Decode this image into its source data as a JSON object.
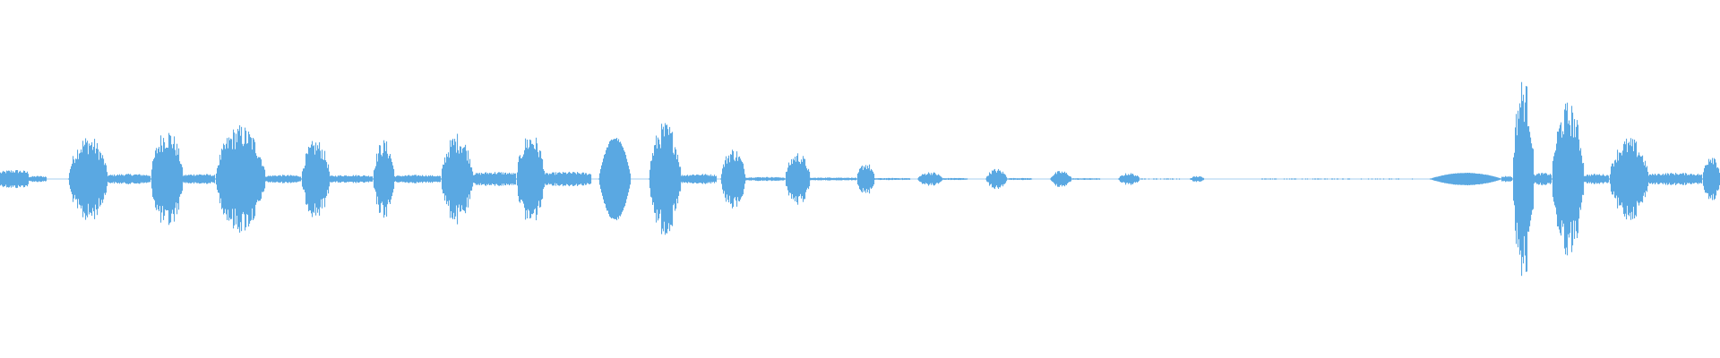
{
  "waveform": {
    "color": "#5aa8e2",
    "background": "#ffffff",
    "segments": [
      {
        "t": [
          0,
          1.6
        ],
        "peak": 0.09,
        "shape": "flat"
      },
      {
        "t": [
          1.6,
          2.6
        ],
        "peak": 0.03,
        "shape": "flat"
      },
      {
        "t": [
          3.8,
          6.0
        ],
        "peak": 0.42,
        "shape": "burst"
      },
      {
        "t": [
          6.0,
          8.4
        ],
        "peak": 0.05,
        "shape": "flat"
      },
      {
        "t": [
          8.4,
          10.2
        ],
        "peak": 0.49,
        "shape": "burst"
      },
      {
        "t": [
          10.2,
          12.0
        ],
        "peak": 0.05,
        "shape": "flat"
      },
      {
        "t": [
          12.0,
          14.8
        ],
        "peak": 0.52,
        "shape": "burst"
      },
      {
        "t": [
          14.8,
          16.8
        ],
        "peak": 0.04,
        "shape": "flat"
      },
      {
        "t": [
          16.8,
          18.4
        ],
        "peak": 0.38,
        "shape": "burst"
      },
      {
        "t": [
          18.4,
          20.8
        ],
        "peak": 0.04,
        "shape": "flat"
      },
      {
        "t": [
          20.8,
          22.0
        ],
        "peak": 0.38,
        "shape": "burst"
      },
      {
        "t": [
          22.0,
          24.6
        ],
        "peak": 0.04,
        "shape": "flat"
      },
      {
        "t": [
          24.6,
          26.4
        ],
        "peak": 0.44,
        "shape": "burst"
      },
      {
        "t": [
          26.4,
          28.8
        ],
        "peak": 0.07,
        "shape": "flat"
      },
      {
        "t": [
          28.8,
          30.4
        ],
        "peak": 0.45,
        "shape": "burst"
      },
      {
        "t": [
          30.4,
          33.0
        ],
        "peak": 0.07,
        "shape": "flat"
      },
      {
        "t": [
          33.4,
          35.2
        ],
        "peak": 0.4,
        "shape": "smooth"
      },
      {
        "t": [
          36.2,
          38.0
        ],
        "peak": 0.55,
        "shape": "burst"
      },
      {
        "t": [
          38.0,
          40.0
        ],
        "peak": 0.05,
        "shape": "flat"
      },
      {
        "t": [
          40.2,
          41.6
        ],
        "peak": 0.3,
        "shape": "burst"
      },
      {
        "t": [
          41.6,
          43.8
        ],
        "peak": 0.02,
        "shape": "flat"
      },
      {
        "t": [
          43.8,
          45.2
        ],
        "peak": 0.26,
        "shape": "burst"
      },
      {
        "t": [
          45.2,
          47.8
        ],
        "peak": 0.015,
        "shape": "flat"
      },
      {
        "t": [
          47.8,
          48.8
        ],
        "peak": 0.16,
        "shape": "burst"
      },
      {
        "t": [
          48.8,
          50.8
        ],
        "peak": 0.01,
        "shape": "flat"
      },
      {
        "t": [
          51.2,
          52.6
        ],
        "peak": 0.07,
        "shape": "burst"
      },
      {
        "t": [
          52.6,
          54.0
        ],
        "peak": 0.01,
        "shape": "flat"
      },
      {
        "t": [
          55.0,
          56.2
        ],
        "peak": 0.1,
        "shape": "burst"
      },
      {
        "t": [
          56.2,
          57.6
        ],
        "peak": 0.01,
        "shape": "flat"
      },
      {
        "t": [
          58.6,
          59.8
        ],
        "peak": 0.08,
        "shape": "burst"
      },
      {
        "t": [
          59.8,
          61.4
        ],
        "peak": 0.008,
        "shape": "flat"
      },
      {
        "t": [
          62.4,
          63.6
        ],
        "peak": 0.06,
        "shape": "burst"
      },
      {
        "t": [
          63.6,
          66.0
        ],
        "peak": 0.006,
        "shape": "dots"
      },
      {
        "t": [
          66.4,
          67.2
        ],
        "peak": 0.03,
        "shape": "burst"
      },
      {
        "t": [
          70.4,
          79.0
        ],
        "peak": 0.005,
        "shape": "dots"
      },
      {
        "t": [
          79.8,
          83.8
        ],
        "peak": 0.06,
        "shape": "smooth"
      },
      {
        "t": [
          83.8,
          84.4
        ],
        "peak": 0.03,
        "shape": "flat"
      },
      {
        "t": [
          84.4,
          85.6
        ],
        "peak": 0.98,
        "shape": "burst"
      },
      {
        "t": [
          85.6,
          86.6
        ],
        "peak": 0.06,
        "shape": "flat"
      },
      {
        "t": [
          86.6,
          88.4
        ],
        "peak": 0.74,
        "shape": "burst"
      },
      {
        "t": [
          88.4,
          89.8
        ],
        "peak": 0.05,
        "shape": "flat"
      },
      {
        "t": [
          89.8,
          92.0
        ],
        "peak": 0.4,
        "shape": "burst"
      },
      {
        "t": [
          92.0,
          95.0
        ],
        "peak": 0.06,
        "shape": "flat"
      },
      {
        "t": [
          95.0,
          96.0
        ],
        "peak": 0.26,
        "shape": "burst"
      }
    ],
    "duration": 96.0
  }
}
